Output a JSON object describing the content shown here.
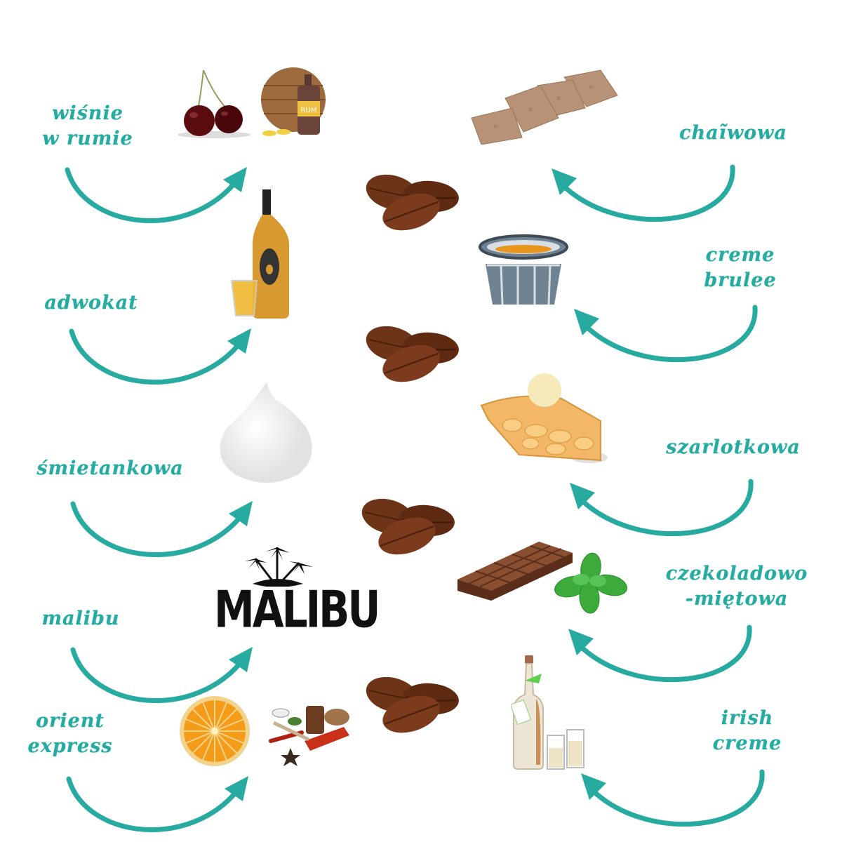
{
  "theme": {
    "accent": "#27aaa0",
    "coffee_bean": "#7a3a1c",
    "background": "#ffffff"
  },
  "left_flavors": [
    {
      "id": "wisnie",
      "label_lines": [
        "wiśnie",
        "w rumie"
      ],
      "images": [
        "cherries-icon",
        "rum-barrel-icon"
      ]
    },
    {
      "id": "adwokat",
      "label_lines": [
        "adwokat"
      ],
      "images": [
        "liqueur-bottle-icon"
      ]
    },
    {
      "id": "smietankowa",
      "label_lines": [
        "śmietankowa"
      ],
      "images": [
        "whipped-cream-icon"
      ]
    },
    {
      "id": "malibu",
      "label_lines": [
        "malibu"
      ],
      "images": [
        "malibu-logo"
      ]
    },
    {
      "id": "orient",
      "label_lines": [
        "orient",
        "express"
      ],
      "images": [
        "orange-slice-icon",
        "spices-icon"
      ]
    }
  ],
  "right_flavors": [
    {
      "id": "chalwowa",
      "label_lines": [
        "chaĩwowa"
      ],
      "images": [
        "halva-icon"
      ]
    },
    {
      "id": "creme_brulee",
      "label_lines": [
        "creme",
        "brulee"
      ],
      "images": [
        "ramekin-icon"
      ]
    },
    {
      "id": "szarlotkowa",
      "label_lines": [
        "szarlotkowa"
      ],
      "images": [
        "apple-pie-icon"
      ]
    },
    {
      "id": "czekoladowo",
      "label_lines": [
        "czekoladowo",
        "-miętowa"
      ],
      "images": [
        "chocolate-bar-icon",
        "mint-leaf-icon"
      ]
    },
    {
      "id": "irish",
      "label_lines": [
        "irish",
        "creme"
      ],
      "images": [
        "irish-cream-bottle-icon"
      ]
    }
  ],
  "malibu_logo_text": "MALIBU",
  "rum_label": "RUM",
  "coffee_beans_count": 4
}
